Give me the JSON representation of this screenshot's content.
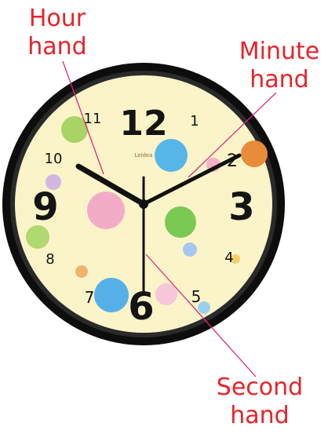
{
  "labels": {
    "hour": [
      "Hour",
      "hand"
    ],
    "minute": [
      "Minute",
      "hand"
    ],
    "second": [
      "Second",
      "hand"
    ]
  },
  "clock": {
    "brand": "Leidea",
    "numerals": [
      "12",
      "1",
      "2",
      "3",
      "4",
      "5",
      "6",
      "7",
      "8",
      "9",
      "10",
      "11"
    ],
    "time_shown": {
      "hour": 10,
      "minute": 10,
      "second": 30
    }
  },
  "colors": {
    "label_text": "#e8232a",
    "pointer_line": "#e0287a",
    "frame": "#0d0d0d",
    "dial": "#fbf4c8",
    "hands": "#111111"
  }
}
